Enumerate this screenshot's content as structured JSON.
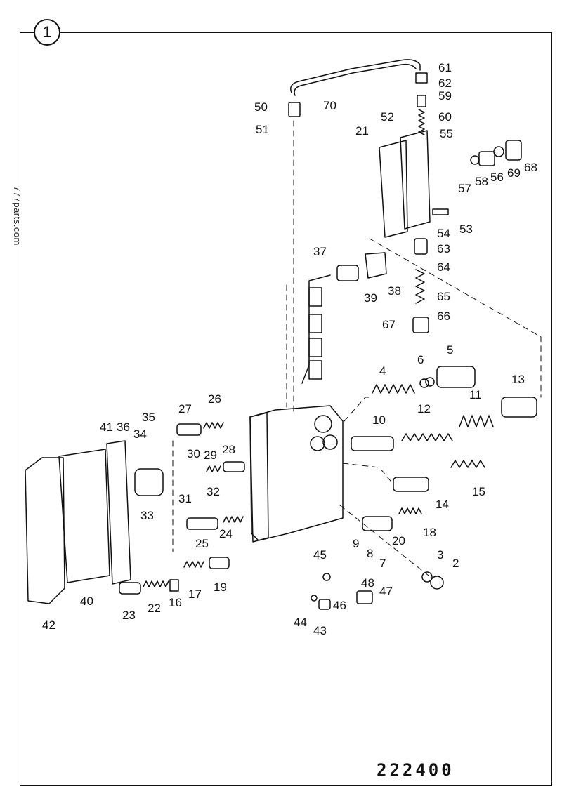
{
  "figure_number": "1",
  "watermark": "777parts.com",
  "drawing_number": "222400",
  "labels": [
    "2",
    "3",
    "4",
    "5",
    "6",
    "7",
    "8",
    "9",
    "10",
    "11",
    "12",
    "13",
    "14",
    "15",
    "16",
    "17",
    "18",
    "19",
    "20",
    "21",
    "22",
    "23",
    "24",
    "25",
    "26",
    "27",
    "28",
    "29",
    "30",
    "31",
    "32",
    "33",
    "34",
    "35",
    "36",
    "37",
    "38",
    "39",
    "40",
    "41",
    "42",
    "43",
    "44",
    "45",
    "46",
    "47",
    "48",
    "50",
    "51",
    "52",
    "53",
    "54",
    "55",
    "56",
    "57",
    "58",
    "59",
    "60",
    "61",
    "62",
    "63",
    "64",
    "65",
    "66",
    "67",
    "68",
    "69",
    "70"
  ]
}
